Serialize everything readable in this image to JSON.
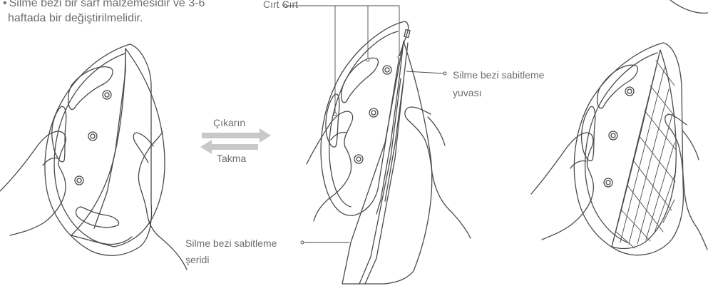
{
  "note": {
    "bullet": "•",
    "line1": "Silme bezi bir sarf malzemesidir ve 3-6",
    "line2": "haftada bir değiştirilmelidir."
  },
  "labels": {
    "velcro": "Cırt Cırt",
    "slot_line1": "Silme bezi sabitleme",
    "slot_line2": "yuvası",
    "strip_line1": "Silme bezi sabitleme",
    "strip_line2": "şeridi",
    "remove": "Çıkarın",
    "attach": "Takma"
  },
  "colors": {
    "line": "#4a4a4a",
    "arrow": "#c8c8c8",
    "text": "#6d6d6d"
  }
}
